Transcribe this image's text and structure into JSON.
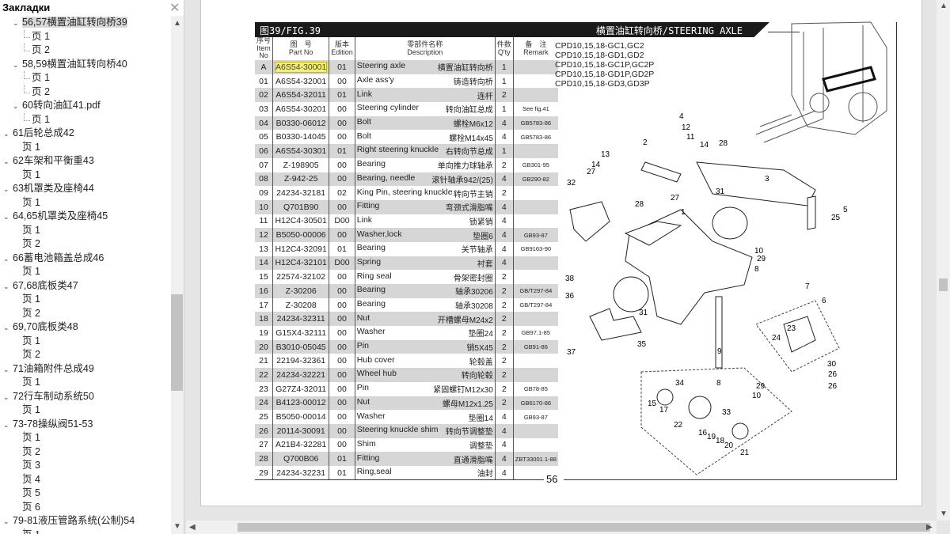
{
  "sidebar": {
    "title": "Закладки",
    "close_icon": "close-icon",
    "items": [
      {
        "label": "56,57横置油缸转向桥39",
        "level": 1,
        "expanded": true,
        "selected": true,
        "indent": true
      },
      {
        "label": "页 1",
        "level": 2
      },
      {
        "label": "页 2",
        "level": 2
      },
      {
        "label": "58,59横置油缸转向桥40",
        "level": 1,
        "expanded": true,
        "indent": true
      },
      {
        "label": "页 1",
        "level": 2
      },
      {
        "label": "页 2",
        "level": 2
      },
      {
        "label": "60转向油缸41.pdf",
        "level": 1,
        "expanded": true,
        "indent": true
      },
      {
        "label": "页 1",
        "level": 2
      },
      {
        "label": "61后轮总成42",
        "level": 1,
        "expanded": true
      },
      {
        "label": "页 1",
        "level": 2
      },
      {
        "label": "62车架和平衡重43",
        "level": 1,
        "expanded": true
      },
      {
        "label": "页 1",
        "level": 2
      },
      {
        "label": "63机罩类及座椅44",
        "level": 1,
        "expanded": true
      },
      {
        "label": "页 1",
        "level": 2
      },
      {
        "label": "64,65机罩类及座椅45",
        "level": 1,
        "expanded": true
      },
      {
        "label": "页 1",
        "level": 2
      },
      {
        "label": "页 2",
        "level": 2
      },
      {
        "label": "66蓄电池箱盖总成46",
        "level": 1,
        "expanded": true
      },
      {
        "label": "页 1",
        "level": 2
      },
      {
        "label": "67,68底板类47",
        "level": 1,
        "expanded": true
      },
      {
        "label": "页 1",
        "level": 2
      },
      {
        "label": "页 2",
        "level": 2
      },
      {
        "label": "69,70底板类48",
        "level": 1,
        "expanded": true
      },
      {
        "label": "页 1",
        "level": 2
      },
      {
        "label": "页 2",
        "level": 2
      },
      {
        "label": "71油箱附件总成49",
        "level": 1,
        "expanded": true
      },
      {
        "label": "页 1",
        "level": 2
      },
      {
        "label": "72行车制动系统50",
        "level": 1,
        "expanded": true
      },
      {
        "label": "页 1",
        "level": 2
      },
      {
        "label": "73-78操纵阀51-53",
        "level": 1,
        "expanded": true
      },
      {
        "label": "页 1",
        "level": 2
      },
      {
        "label": "页 2",
        "level": 2
      },
      {
        "label": "页 3",
        "level": 2
      },
      {
        "label": "页 4",
        "level": 2
      },
      {
        "label": "页 5",
        "level": 2
      },
      {
        "label": "页 6",
        "level": 2
      },
      {
        "label": "79-81液压管路系统(公制)54",
        "level": 1,
        "expanded": true
      },
      {
        "label": "页 1",
        "level": 2
      }
    ]
  },
  "page": {
    "fig_no": "图39/FIG.39",
    "fig_title": "横置油缸转向桥/STEERING AXLE",
    "page_number": "56",
    "models": [
      "CPD10,15,18-GC1,GC2",
      "CPD10,15,18-GD1,GD2",
      "CPD10,15,18-GC1P,GC2P",
      "CPD10,15,18-GD1P,GD2P",
      "CPD10,15,18-GD3,GD3P"
    ],
    "headers": {
      "item": [
        "序号",
        "Item",
        "No"
      ],
      "part": [
        "图　号",
        "Part No"
      ],
      "edition": [
        "版本",
        "Edition"
      ],
      "desc": [
        "零部件名称",
        "Description"
      ],
      "qty": [
        "件数",
        "Q'ty"
      ],
      "remark": [
        "备　注",
        "Remark"
      ]
    },
    "rows": [
      [
        "A",
        "A6S54-30001",
        "01",
        "Steering axle",
        "横置油缸转向桥",
        "1",
        ""
      ],
      [
        "01",
        "A6S54-32001",
        "00",
        "Axle ass'y",
        "铸造转向桥",
        "1",
        ""
      ],
      [
        "02",
        "A6S54-32011",
        "01",
        "Link",
        "连杆",
        "2",
        ""
      ],
      [
        "03",
        "A6S54-30201",
        "00",
        "Steering cylinder",
        "转向油缸总成",
        "1",
        "See fig.41"
      ],
      [
        "04",
        "B0330-06012",
        "00",
        "Bolt",
        "螺栓M6x12",
        "4",
        "GB5783-86"
      ],
      [
        "05",
        "B0330-14045",
        "00",
        "Bolt",
        "螺栓M14x45",
        "4",
        "GB5783-86"
      ],
      [
        "06",
        "A6S54-30301",
        "01",
        "Right steering knuckle",
        "右转向节总成",
        "1",
        ""
      ],
      [
        "07",
        "Z-198905",
        "00",
        "Bearing",
        "单向推力球轴承",
        "2",
        "GB301-95"
      ],
      [
        "08",
        "Z-942-25",
        "00",
        "Bearing, needle",
        "滚针轴承942/(25)",
        "4",
        "GB290-82"
      ],
      [
        "09",
        "24234-32181",
        "02",
        "King Pin, steering knuckle",
        "转向节主销",
        "2",
        ""
      ],
      [
        "10",
        "Q701B90",
        "00",
        "Fitting",
        "弯颈式滑脂嘴",
        "4",
        ""
      ],
      [
        "11",
        "H12C4-30501",
        "D00",
        "Link",
        "锁紧销",
        "4",
        ""
      ],
      [
        "12",
        "B5050-00006",
        "00",
        "Washer,lock",
        "垫圈6",
        "4",
        "GB93-87"
      ],
      [
        "13",
        "H12C4-32091",
        "01",
        "Bearing",
        "关节轴承",
        "4",
        "GB9163-90"
      ],
      [
        "14",
        "H12C4-32101",
        "D00",
        "Spring",
        "衬套",
        "4",
        ""
      ],
      [
        "15",
        "22574-32102",
        "00",
        "Ring seal",
        "骨架密封圈",
        "2",
        ""
      ],
      [
        "16",
        "Z-30206",
        "00",
        "Bearing",
        "轴承30206",
        "2",
        "GB/T297-84"
      ],
      [
        "17",
        "Z-30208",
        "00",
        "Bearing",
        "轴承30208",
        "2",
        "GB/T297-84"
      ],
      [
        "18",
        "24234-32311",
        "00",
        "Nut",
        "开槽螺母M24x2",
        "2",
        ""
      ],
      [
        "19",
        "G15X4-32111",
        "00",
        "Washer",
        "垫圈24",
        "2",
        "GB97.1-85"
      ],
      [
        "20",
        "B3010-05045",
        "00",
        "Pin",
        "销5X45",
        "2",
        "GB91-86"
      ],
      [
        "21",
        "22194-32361",
        "00",
        "Hub cover",
        "轮毂盖",
        "2",
        ""
      ],
      [
        "22",
        "24234-32221",
        "00",
        "Wheel hub",
        "转向轮毂",
        "2",
        ""
      ],
      [
        "23",
        "G27Z4-32011",
        "00",
        "Pin",
        "紧固螺钉M12x30",
        "2",
        "GB78-85"
      ],
      [
        "24",
        "B4123-00012",
        "00",
        "Nut",
        "螺母M12x1.25",
        "2",
        "GB6170-86"
      ],
      [
        "25",
        "B5050-00014",
        "00",
        "Washer",
        "垫圈14",
        "4",
        "GB93-87"
      ],
      [
        "26",
        "20114-30091",
        "00",
        "Steering knuckle shim",
        "转向节调整垫",
        "4",
        ""
      ],
      [
        "27",
        "A21B4-32281",
        "00",
        "Shim",
        "调整垫",
        "4",
        ""
      ],
      [
        "28",
        "Q700B06",
        "01",
        "Fitting",
        "直通滑脂嘴",
        "4",
        "ZBT33001.1-88"
      ],
      [
        "29",
        "24234-32231",
        "01",
        "Ring,seal",
        "油封",
        "4",
        ""
      ]
    ],
    "callouts": [
      "4",
      "12",
      "11",
      "2",
      "14",
      "28",
      "13",
      "14",
      "27",
      "3",
      "32",
      "27",
      "31",
      "1",
      "28",
      "5",
      "25",
      "10",
      "29",
      "8",
      "38",
      "36",
      "7",
      "6",
      "31",
      "23",
      "24",
      "35",
      "9",
      "37",
      "30",
      "26",
      "26",
      "8",
      "29",
      "10",
      "34",
      "15",
      "17",
      "33",
      "22",
      "16",
      "19",
      "18",
      "20",
      "21"
    ]
  },
  "colors": {
    "highlight": "#f3ee7a",
    "row_shade": "#d6d6d6",
    "header_bar": "#1a1a1a"
  }
}
